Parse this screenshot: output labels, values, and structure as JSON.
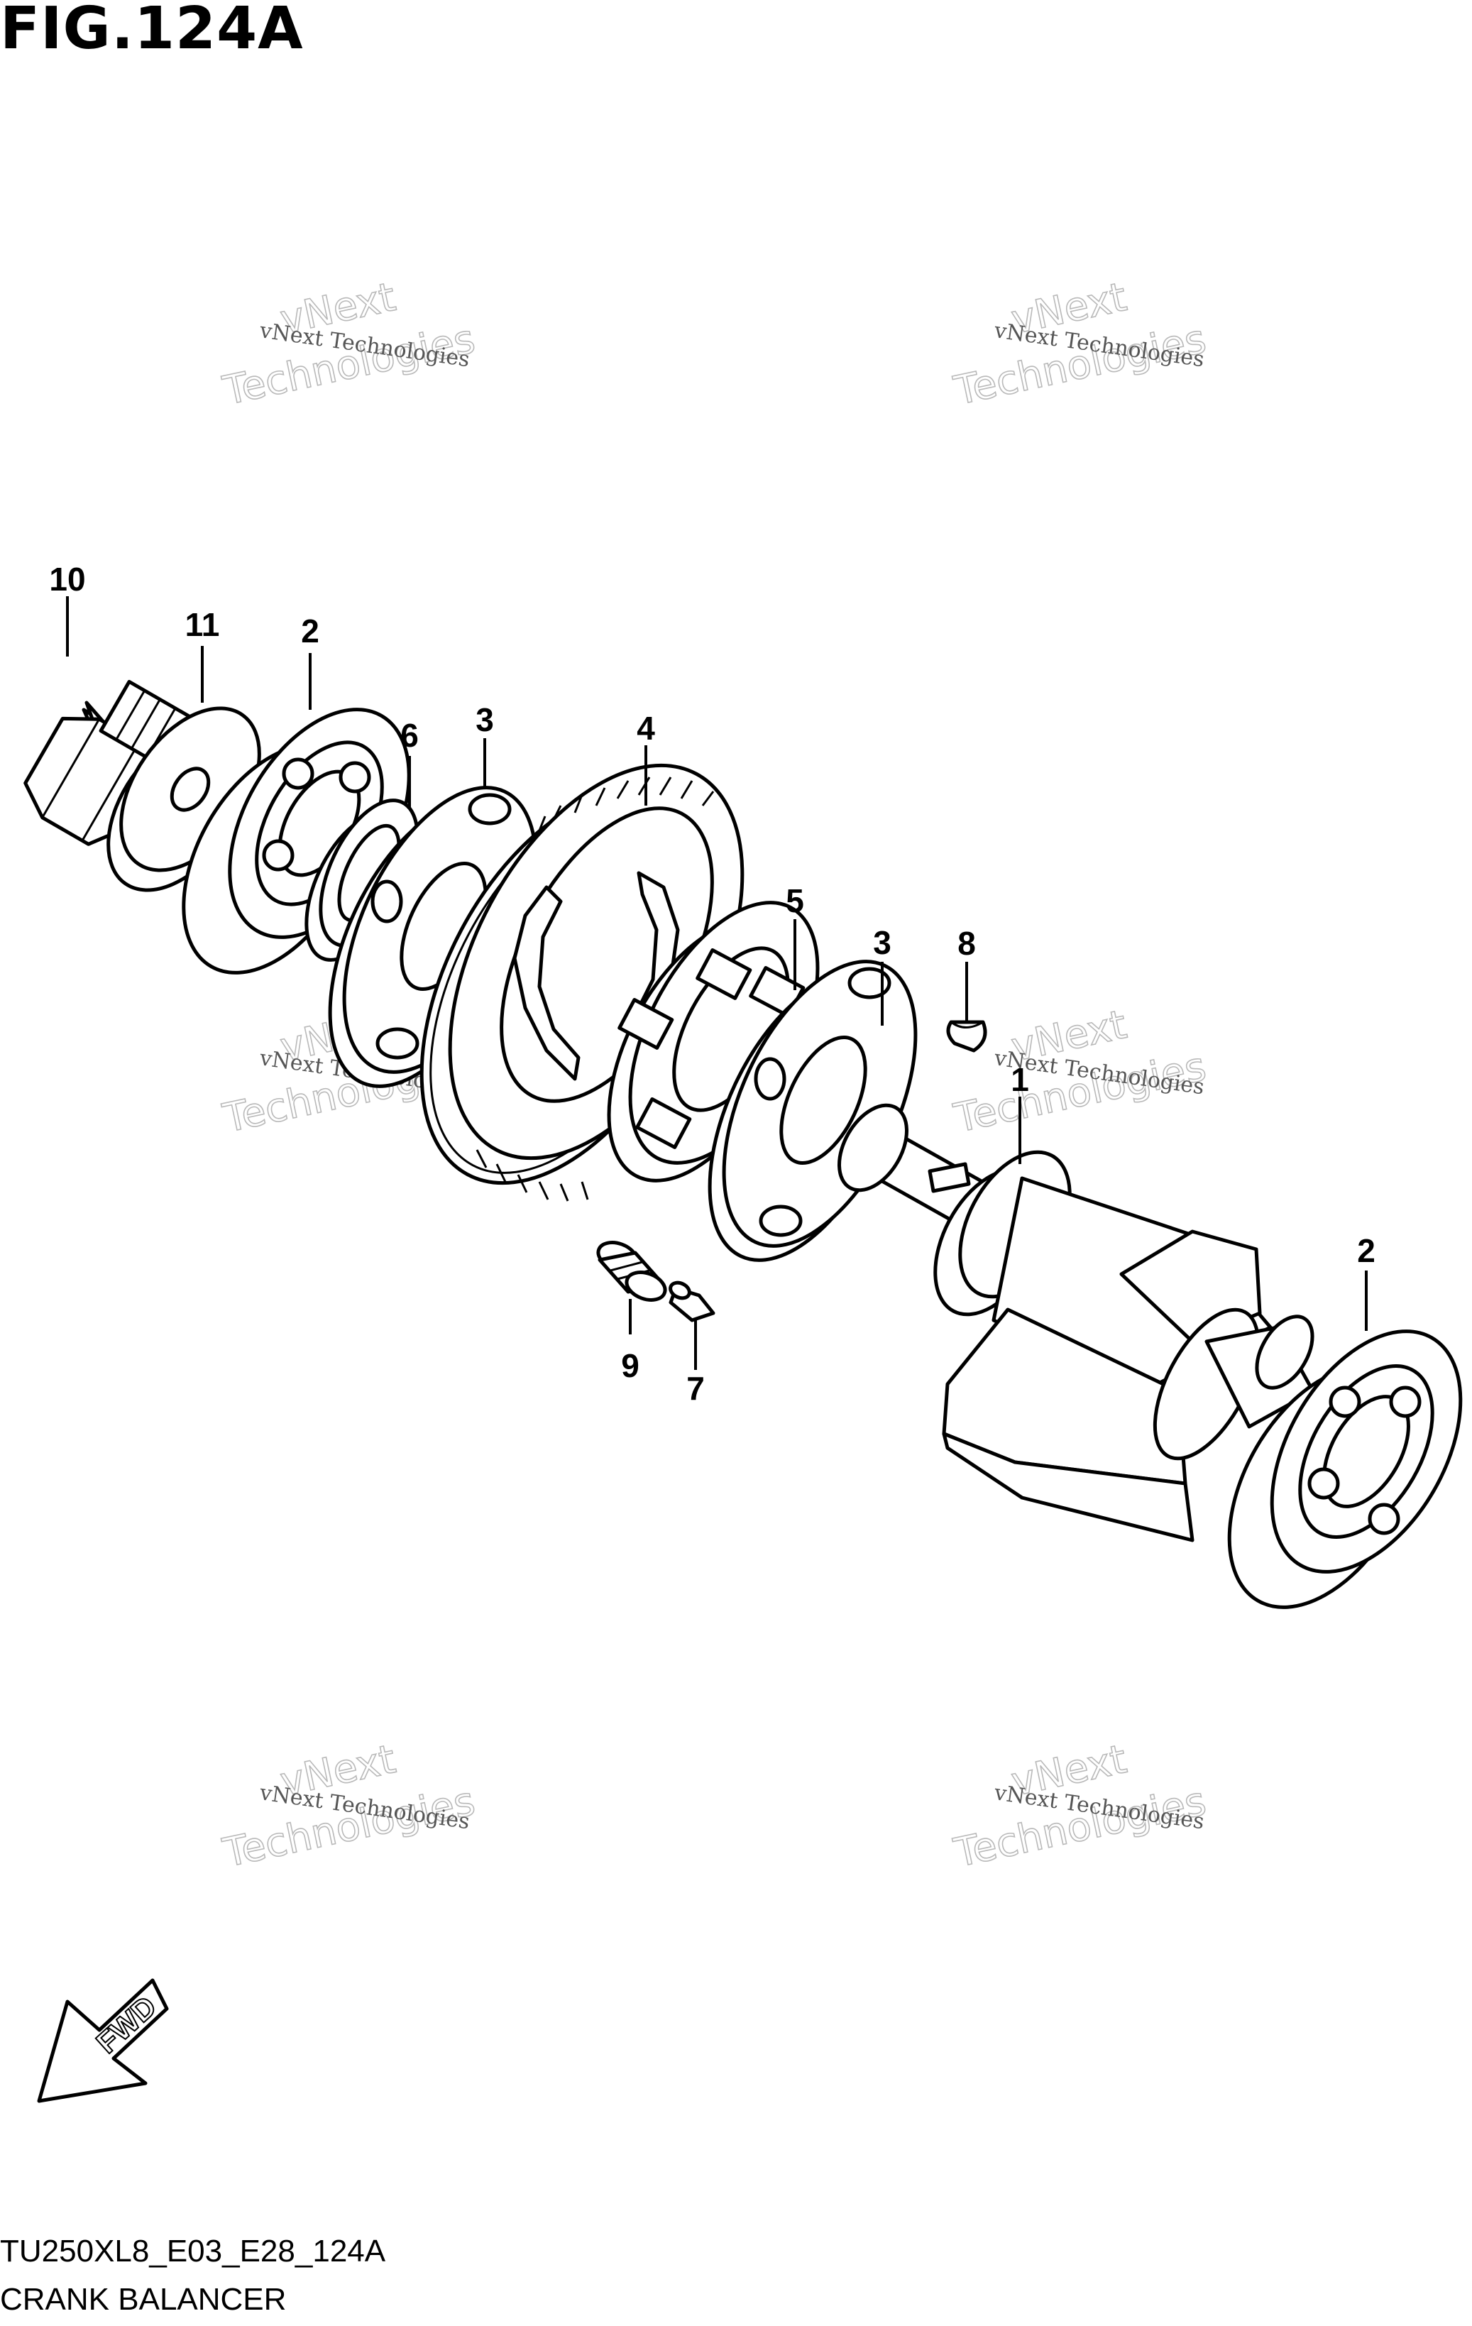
{
  "figure": {
    "title": "FIG.124A",
    "code": "TU250XL8_E03_E28_124A",
    "name": "CRANK BALANCER"
  },
  "fwd_arrow": {
    "label": "FWD"
  },
  "watermark": {
    "line1": "vNext Technologies",
    "line2": "Technologies",
    "line3": "vNext"
  },
  "callouts": {
    "c10": "10",
    "c11": "11",
    "c2a": "2",
    "c6": "6",
    "c3a": "3",
    "c4": "4",
    "c5": "5",
    "c3b": "3",
    "c8": "8",
    "c1": "1",
    "c2b": "2",
    "c9": "9",
    "c7": "7"
  }
}
